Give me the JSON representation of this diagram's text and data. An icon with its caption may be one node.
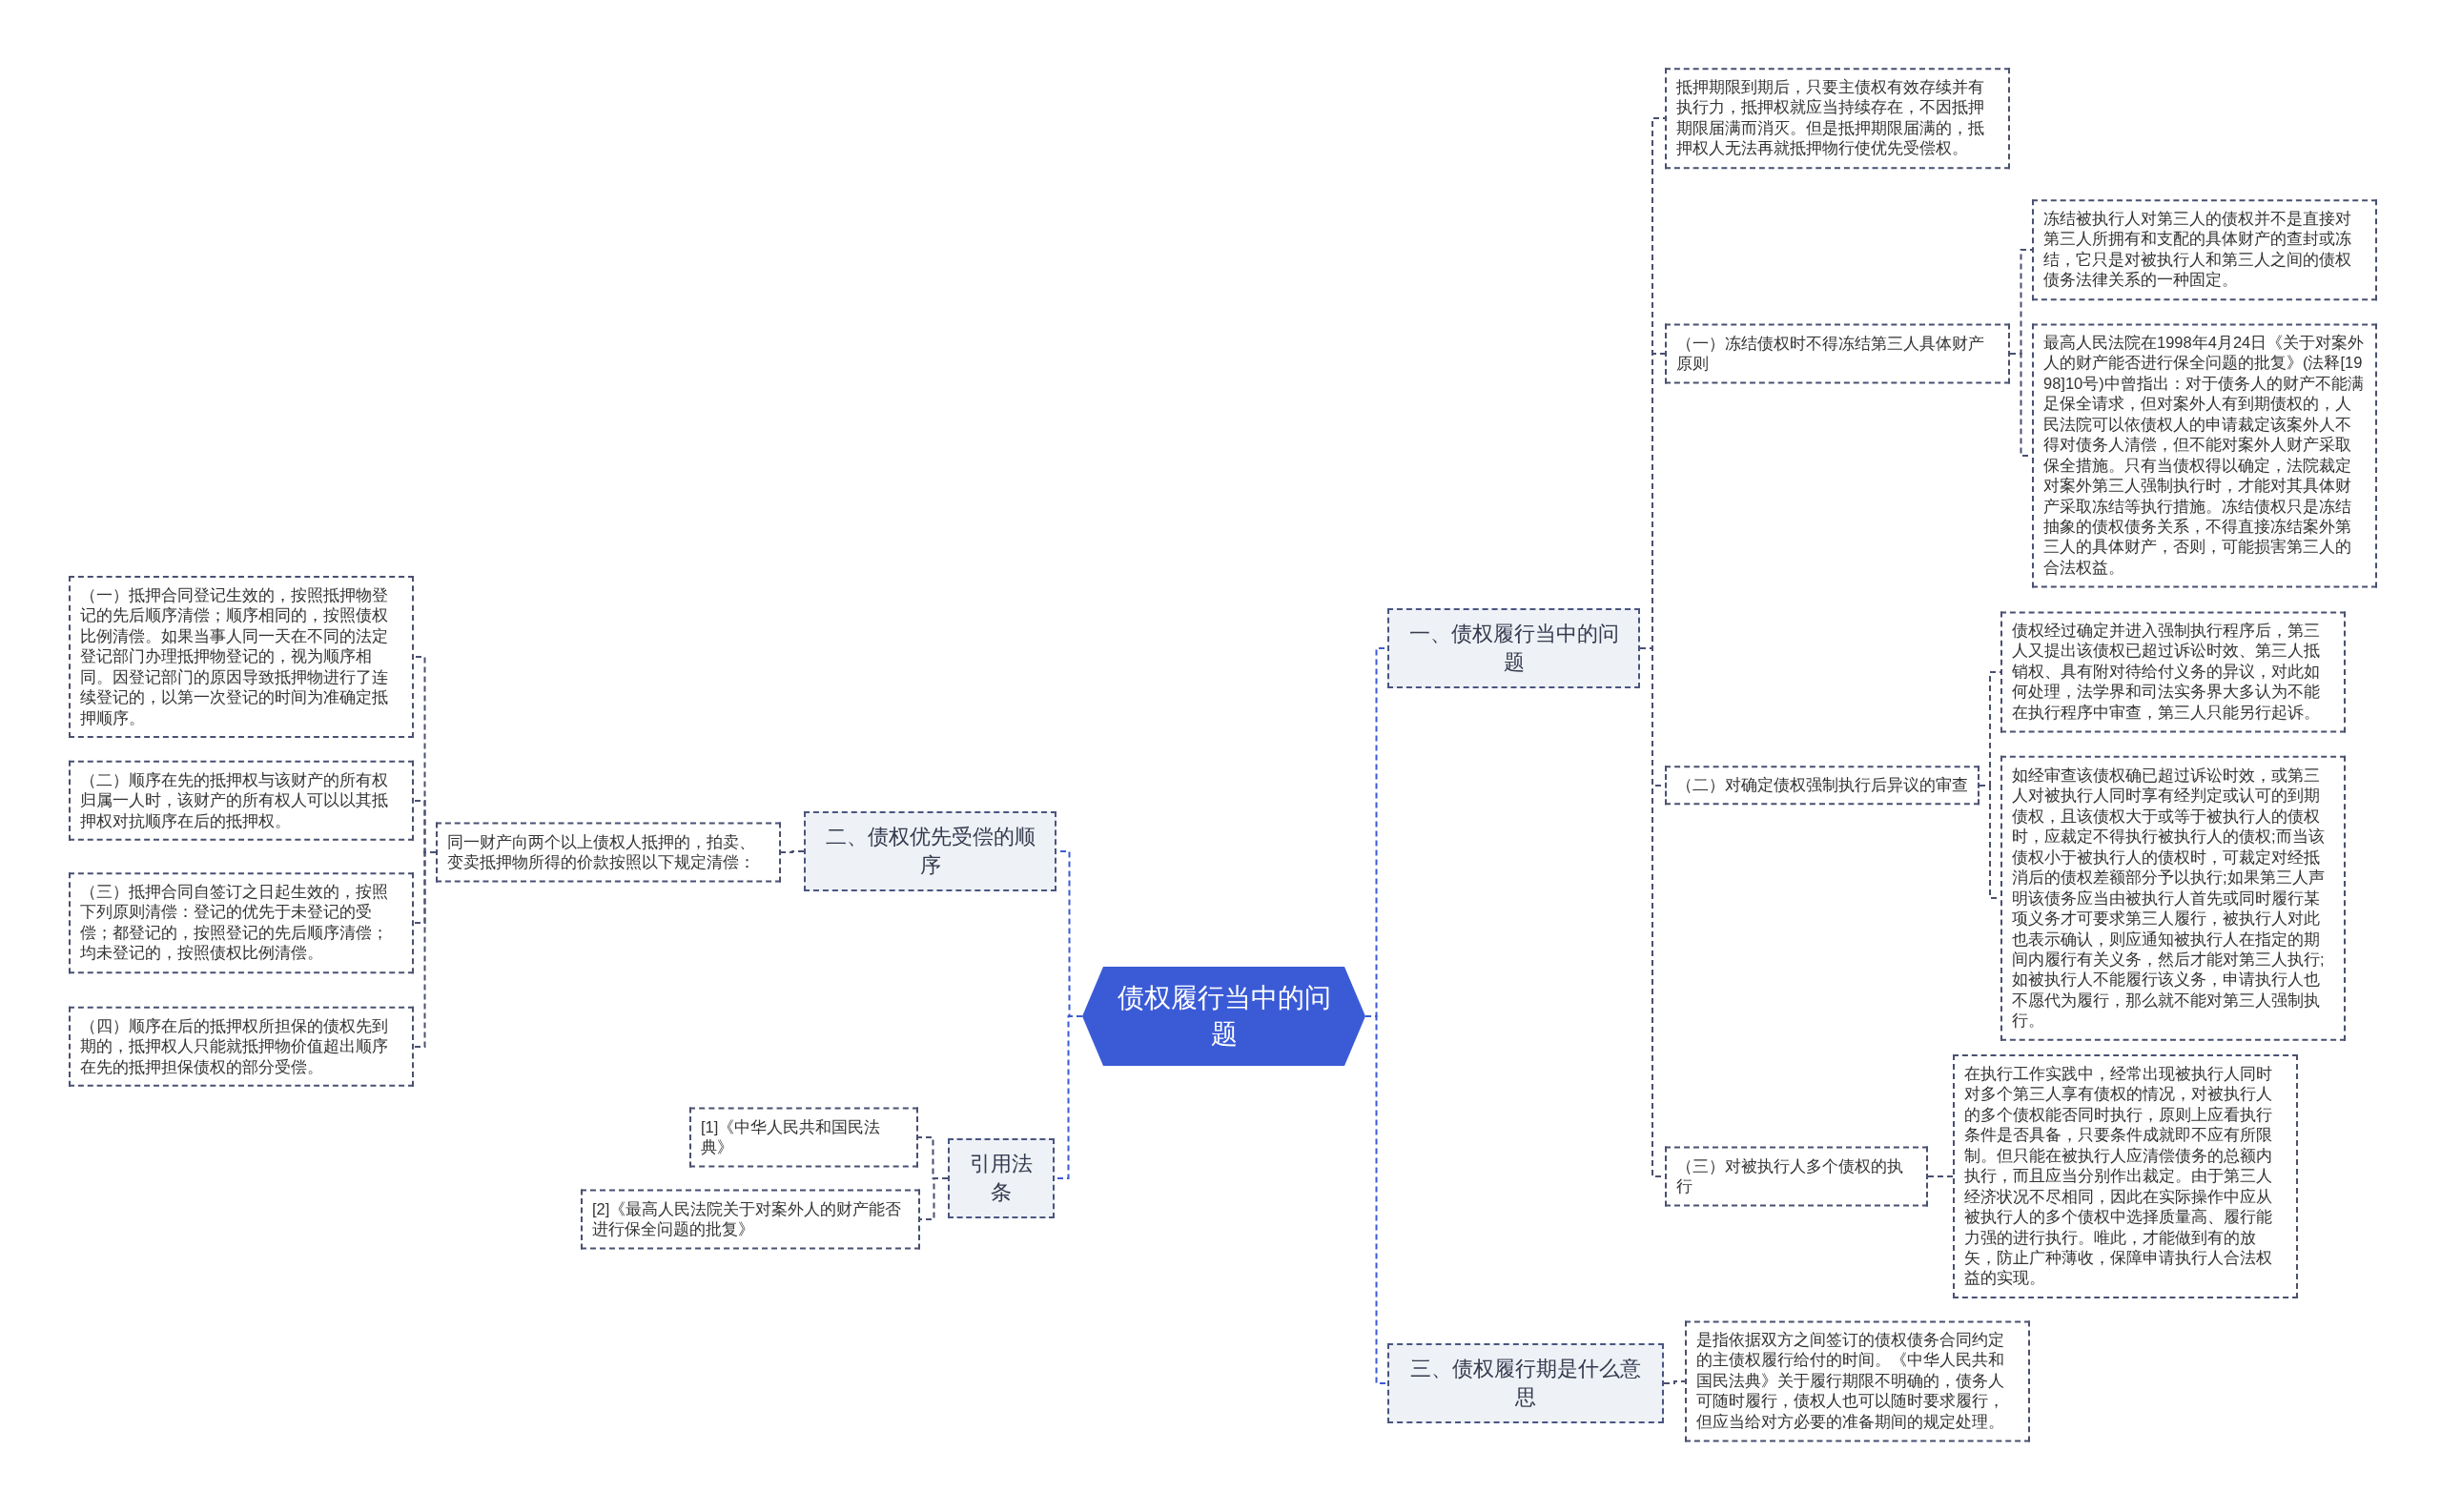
{
  "diagram": {
    "nodes": [
      {
        "text": [
          "债权履行当中的问题"
        ]
      },
      {
        "text": [
          "一、债权履行当中的问题"
        ]
      },
      {
        "text": [
          "抵押期限到期后，只要主债权有效存续并有执行力，抵押权就应当持续存在，不因抵押期限届满而消灭。但是抵押期限届满的，抵押权人无法再就抵押物行使优先受偿权。"
        ]
      },
      {
        "text": [
          "（一）冻结债权时不得冻结第三人具体财产原则"
        ]
      },
      {
        "text": [
          "冻结被执行人对第三人的债权并不是直接对第三人所拥有和支配的具体财产的查封或冻结，它只是对被执行人和第三人之间的债权债务法律关系的一种固定。"
        ]
      },
      {
        "text": [
          "最高人民法院在1998年4月24日《关于对案外人的财产能否进行保全问题的批复》(法释[1998]10号)中曾指出：对于债务人的财产不能满足保全请求，但对案外人有到期债权的，人民法院可以依债权人的申请裁定该案外人不得对债务人清偿，但不能对案外人财产采取保全措施。只有当债权得以确定，法院裁定对案外第三人强制执行时，才能对其具体财产采取冻结等执行措施。冻结债权只是冻结抽象的债权债务关系，不得直接冻结案外第三人的具体财产，否则，可能损害第三人的合法权益。"
        ]
      },
      {
        "text": [
          "（二）对确定债权强制执行后异议的审查"
        ]
      },
      {
        "text": [
          "债权经过确定并进入强制执行程序后，第三人又提出该债权已超过诉讼时效、第三人抵销权、具有附对待给付义务的异议，对此如何处理，法学界和司法实务界大多认为不能在执行程序中审查，第三人只能另行起诉。"
        ]
      },
      {
        "text": [
          "如经审查该债权确已超过诉讼时效，或第三人对被执行人同时享有经判定或认可的到期债权，且该债权大于或等于被执行人的债权时，应裁定不得执行被执行人的债权;而当该债权小于被执行人的债权时，可裁定对经抵消后的债权差额部分予以执行;如果第三人声明该债务应当由被执行人首先或同时履行某项义务才可要求第三人履行，被执行人对此也表示确认，则应通知被执行人在指定的期间内履行有关义务，然后才能对第三人执行;如被执行人不能履行该义务，申请执行人也不愿代为履行，那么就不能对第三人强制执行。"
        ]
      },
      {
        "text": [
          "（三）对被执行人多个债权的执行"
        ]
      },
      {
        "text": [
          "在执行工作实践中，经常出现被执行人同时对多个第三人享有债权的情况，对被执行人的多个债权能否同时执行，原则上应看执行条件是否具备，只要条件成就即不应有所限制。但只能在被执行人应清偿债务的总额内执行，而且应当分别作出裁定。由于第三人经济状况不尽相同，因此在实际操作中应从被执行人的多个债权中选择质量高、履行能力强的进行执行。唯此，才能做到有的放矢，防止广种薄收，保障申请执行人合法权益的实现。"
        ]
      },
      {
        "text": [
          "三、债权履行期是什么意思"
        ]
      },
      {
        "text": [
          "是指依据双方之间签订的债权债务合同约定的主债权履行给付的时间。《中华人民共和国民法典》关于履行期限不明确的，债务人可随时履行，债权人也可以随时要求履行，但应当给对方必要的准备期间的规定处理。"
        ]
      },
      {
        "text": [
          "二、债权优先受偿的顺序"
        ]
      },
      {
        "text": [
          "同一财产向两个以上债权人抵押的，拍卖、变卖抵押物所得的价款按照以下规定清偿："
        ]
      },
      {
        "text": [
          "（一）抵押合同登记生效的，按照抵押物登记的先后顺序清偿；顺序相同的，按照债权比例清偿。如果当事人同一天在不同的法定登记部门办理抵押物登记的，视为顺序相同。因登记部门的原因导致抵押物进行了连续登记的，以第一次登记的时间为准确定抵押顺序。"
        ]
      },
      {
        "text": [
          "（二）顺序在先的抵押权与该财产的所有权归属一人时，该财产的所有权人可以以其抵押权对抗顺序在后的抵押权。"
        ]
      },
      {
        "text": [
          "（三）抵押合同自签订之日起生效的，按照下列原则清偿：登记的优先于未登记的受偿；都登记的，按照登记的先后顺序清偿；均未登记的，按照债权比例清偿。"
        ]
      },
      {
        "text": [
          "（四）顺序在后的抵押权所担保的债权先到期的，抵押权人只能就抵押物价值超出顺序在先的抵押担保债权的部分受偿。"
        ]
      },
      {
        "text": [
          "引用法条"
        ]
      },
      {
        "text": [
          "[1]《中华人民共和国民法典》"
        ]
      },
      {
        "text": [
          "[2]《最高人民法院关于对案外人的财产能否进行保全问题的批复》"
        ]
      }
    ],
    "edges": [
      {
        "from": 0,
        "to": 1,
        "arrow": "none",
        "color": "#3b5bd6"
      },
      {
        "from": 1,
        "to": 2,
        "arrow": "none"
      },
      {
        "from": 1,
        "to": 3,
        "arrow": "none"
      },
      {
        "from": 3,
        "to": 4,
        "arrow": "none"
      },
      {
        "from": 3,
        "to": 5,
        "arrow": "none"
      },
      {
        "from": 1,
        "to": 6,
        "arrow": "none"
      },
      {
        "from": 6,
        "to": 7,
        "arrow": "none"
      },
      {
        "from": 6,
        "to": 8,
        "arrow": "none"
      },
      {
        "from": 1,
        "to": 9,
        "arrow": "none"
      },
      {
        "from": 9,
        "to": 10,
        "arrow": "none"
      },
      {
        "from": 0,
        "to": 11,
        "arrow": "none",
        "color": "#3b5bd6"
      },
      {
        "from": 11,
        "to": 12,
        "arrow": "none"
      },
      {
        "from": 0,
        "to": 13,
        "arrow": "none",
        "color": "#3b5bd6"
      },
      {
        "from": 13,
        "to": 14,
        "arrow": "none"
      },
      {
        "from": 14,
        "to": 15,
        "arrow": "none"
      },
      {
        "from": 14,
        "to": 16,
        "arrow": "none"
      },
      {
        "from": 14,
        "to": 17,
        "arrow": "none"
      },
      {
        "from": 14,
        "to": 18,
        "arrow": "none"
      },
      {
        "from": 0,
        "to": 19,
        "arrow": "none",
        "color": "#3b5bd6"
      },
      {
        "from": 19,
        "to": 20,
        "arrow": "none"
      },
      {
        "from": 19,
        "to": 21,
        "arrow": "none"
      }
    ]
  }
}
